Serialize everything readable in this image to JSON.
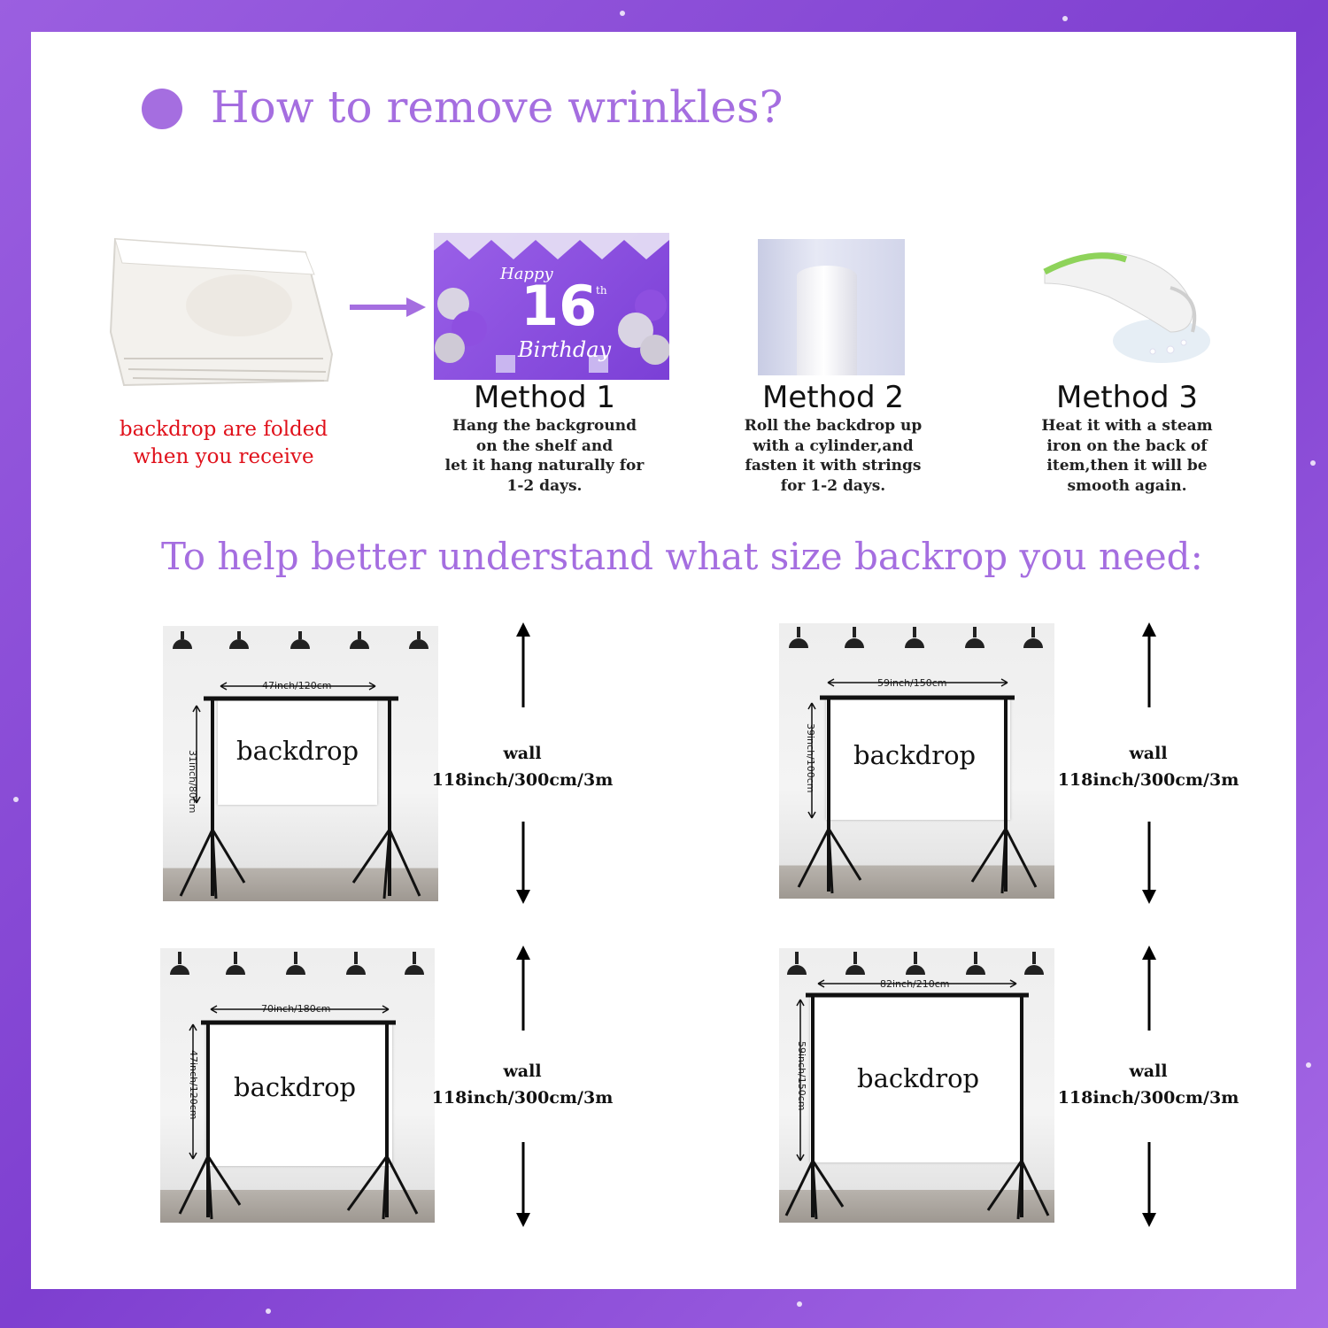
{
  "header": {
    "title": "How to remove wrinkles?"
  },
  "folded_note": [
    "backdrop are folded",
    "when you receive"
  ],
  "banner": {
    "line1": "Happy",
    "number": "16",
    "suffix": "th",
    "line2": "Birthday"
  },
  "methods": [
    {
      "title": "Method 1",
      "lines": [
        "Hang the background",
        "on the shelf and",
        "let it hang naturally for",
        "1-2 days."
      ]
    },
    {
      "title": "Method 2",
      "lines": [
        "Roll the backdrop up",
        "with a cylinder,and",
        "fasten it with strings",
        "for 1-2 days."
      ]
    },
    {
      "title": "Method 3",
      "lines": [
        "Heat it with a steam",
        "iron on the back of",
        "item,then it will be",
        "smooth again."
      ]
    }
  ],
  "size_section": {
    "title": "To help better understand what size backrop you need:"
  },
  "diagrams": [
    {
      "label": "backdrop",
      "width": "47inch/120cm",
      "height": "31inch/80cm",
      "wall_label": "wall",
      "wall_size": "118inch/300cm/3m"
    },
    {
      "label": "backdrop",
      "width": "59inch/150cm",
      "height": "39inch/100cm",
      "wall_label": "wall",
      "wall_size": "118inch/300cm/3m"
    },
    {
      "label": "backdrop",
      "width": "70inch/180cm",
      "height": "47inch/120cm",
      "wall_label": "wall",
      "wall_size": "118inch/300cm/3m"
    },
    {
      "label": "backdrop",
      "width": "82inch/210cm",
      "height": "59inch/150cm",
      "wall_label": "wall",
      "wall_size": "118inch/300cm/3m"
    }
  ],
  "colors": {
    "accent": "#a56ee0",
    "note_red": "#e0111b"
  }
}
